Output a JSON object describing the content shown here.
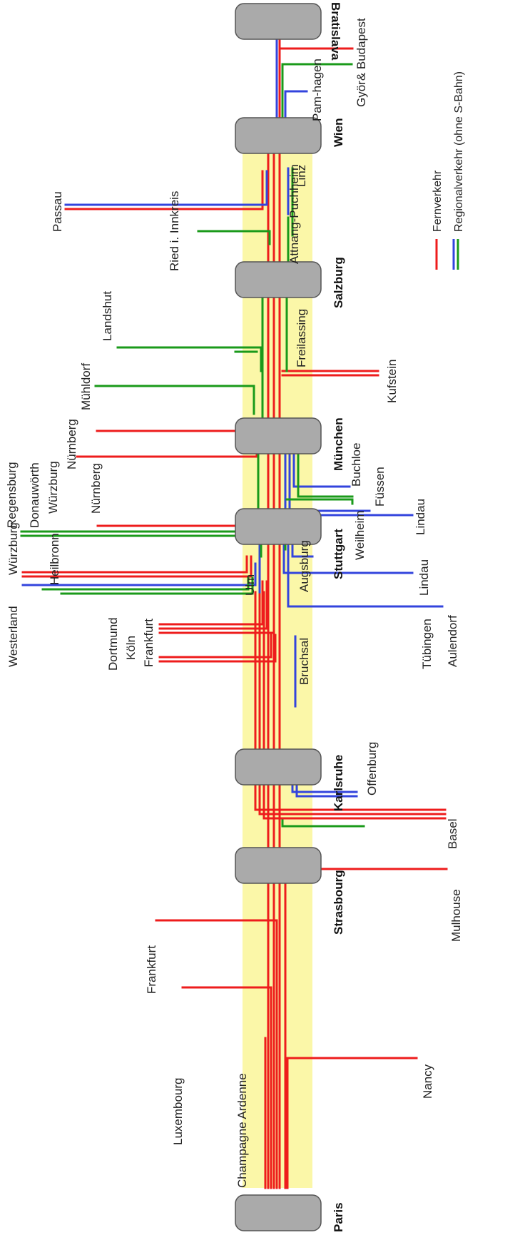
{
  "hubs": {
    "paris": "Paris",
    "strasbourg": "Strasbourg",
    "karlsruhe": "Karlsruhe",
    "stuttgart": "Stuttgart",
    "muenchen": "München",
    "salzburg": "Salzburg",
    "wien": "Wien",
    "bratislava": "Bratislava"
  },
  "branches_left": {
    "champagne_ardenne": "Champagne Ardenne",
    "luxembourg": "Luxembourg",
    "frankfurt_fr": "Frankfurt",
    "dortmund": "Dortmund",
    "koeln": "Köln",
    "frankfurt_ka": "Frankfurt",
    "westerland": "Westerland",
    "wuerzburg_st": "Würzburg",
    "heilbronn": "Heilbronn",
    "nuernberg_st": "Nürnberg",
    "ulm": "Ulm",
    "regensburg": "Regensburg",
    "donauwoerth": "Donauwörth",
    "wuerzburg_mu": "Würzburg",
    "nuernberg_mu": "Nürnberg",
    "muehldorf": "Mühldorf",
    "landshut": "Landshut",
    "ried": "Ried i. Innkreis",
    "passau": "Passau"
  },
  "branches_right": {
    "nancy": "Nancy",
    "mulhouse": "Mulhouse",
    "basel": "Basel",
    "offenburg": "Offenburg",
    "bruchsal": "Bruchsal",
    "tuebingen": "Tübingen",
    "aulendorf": "Aulendorf",
    "lindau_st": "Lindau",
    "augsburg": "Augsburg",
    "weilheim": "Weilheim",
    "lindau_mu": "Lindau",
    "fuessen": "Füssen",
    "buchloe": "Buchloe",
    "kufstein": "Kufstein",
    "freilassing": "Freilassing",
    "attnang": "Attnang-Puchheim",
    "linz": "Linz",
    "pamhagen": "Pam-hagen",
    "gyoer": "Györ& Budapest"
  },
  "legend": {
    "fern": "Fernverkehr",
    "regional": "Regionalverkehr (ohne S-Bahn)"
  },
  "colors": {
    "fernverkehr": "#ee1c1c",
    "regional_blue": "#3344dd",
    "regional_green": "#1a9a1a",
    "corridor": "#fbf7a8",
    "hub": "#aaaaaa"
  }
}
